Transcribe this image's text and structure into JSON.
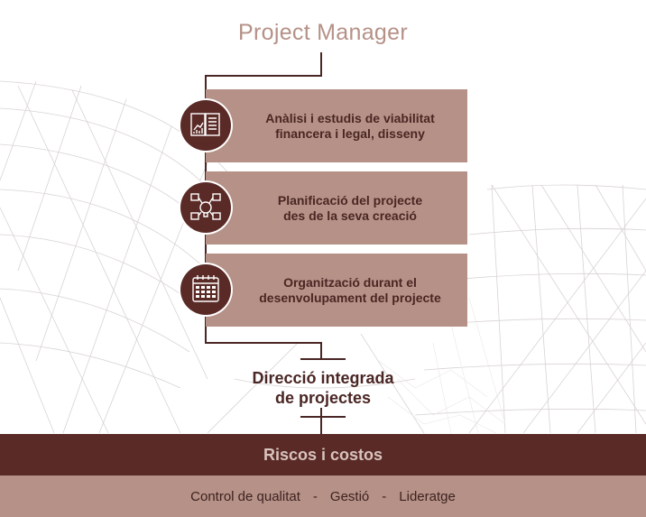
{
  "title": "Project Manager",
  "steps": [
    {
      "line1": "Anàlisi i estudis de viabilitat",
      "line2": "financera i legal, disseny",
      "icon": "report-chart-icon"
    },
    {
      "line1": "Planificació del projecte",
      "line2": "des de la seva creació",
      "icon": "planning-idea-icon"
    },
    {
      "line1": "Organització durant el",
      "line2": "desenvolupament del projecte",
      "icon": "calendar-icon"
    }
  ],
  "central": {
    "line1": "Direcció integrada",
    "line2": "de projectes"
  },
  "risks": "Riscos i costos",
  "bottom_items": [
    "Control de qualitat",
    "Gestió",
    "Lideratge"
  ],
  "bottom_separator": "-",
  "colors": {
    "dark": "#5a2a27",
    "light": "#b59187",
    "title": "#b59187",
    "text": "#4a2624"
  }
}
